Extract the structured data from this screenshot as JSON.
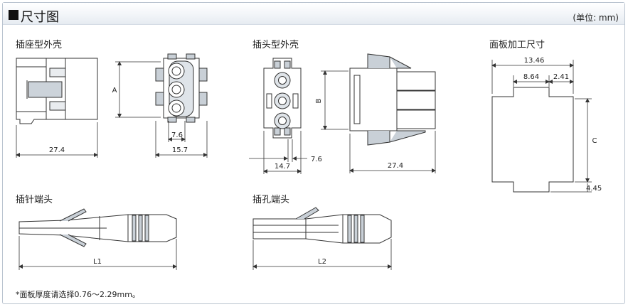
{
  "header": {
    "title": "尺寸图",
    "unit": "(单位: mm)"
  },
  "sections": {
    "socket_housing": "插座型外壳",
    "plug_housing": "插头型外壳",
    "panel_cutout": "面板加工尺寸",
    "pin_terminal": "插针端头",
    "socket_terminal": "插孔端头"
  },
  "dims": {
    "socket_a": "A",
    "socket_len": "27.4",
    "socket_pitch": "7.6",
    "socket_width": "15.7",
    "plug_b": "B",
    "plug_width": "14.7",
    "plug_pitch": "7.6",
    "plug_len": "27.4",
    "panel_total": "13.46",
    "panel_inner": "8.64",
    "panel_step": "2.41",
    "panel_c": "C",
    "panel_bottom": "4.45",
    "pin_l1": "L1",
    "socket_l2": "L2"
  },
  "note": "*面板厚度请选择0.76～2.29mm。"
}
